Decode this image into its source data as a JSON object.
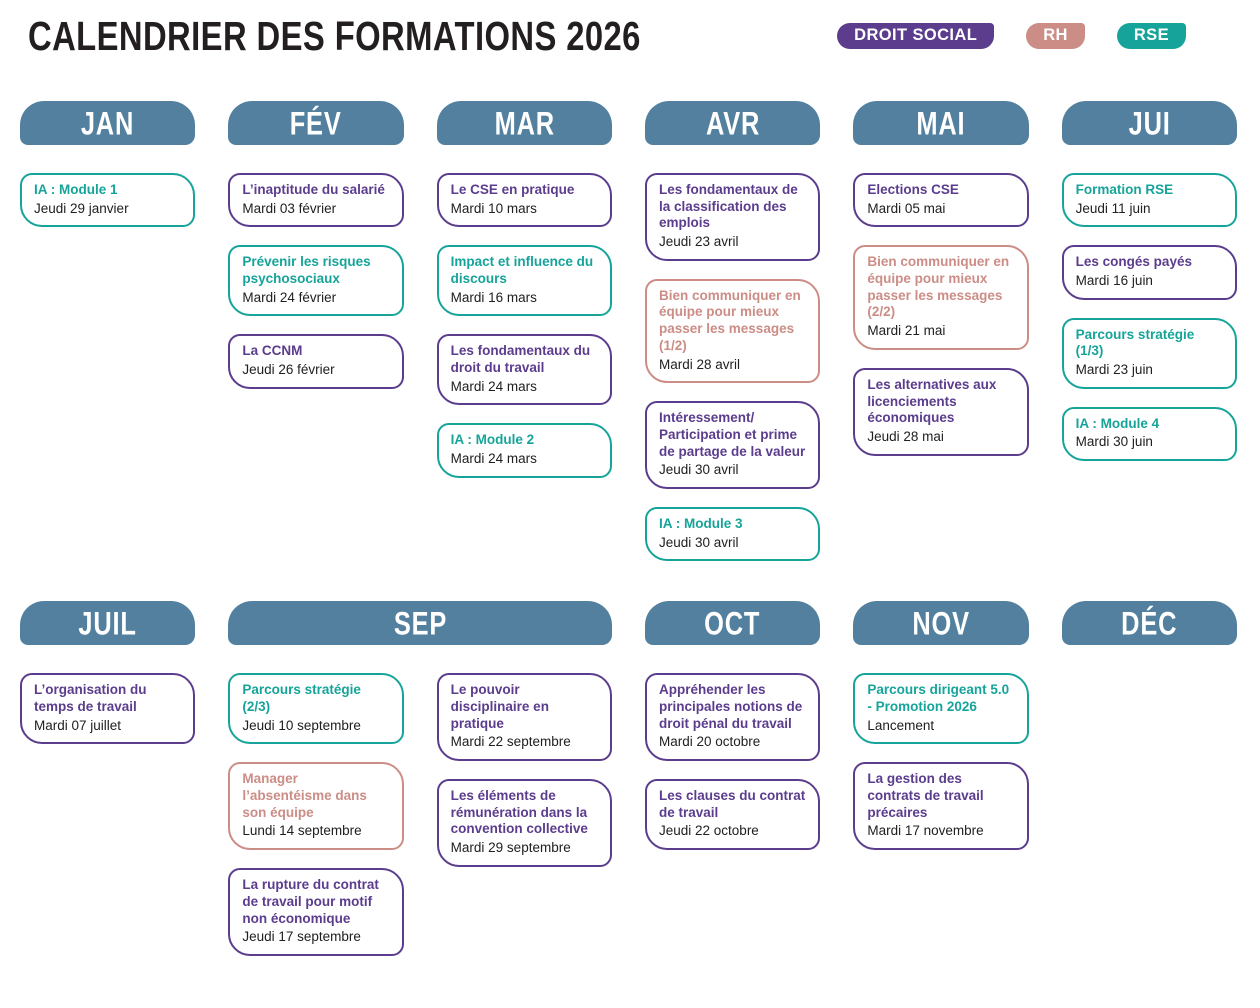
{
  "page": {
    "title": "CALENDRIER DES FORMATIONS 2026"
  },
  "colors": {
    "title_text": "#231f20",
    "month_header": "#53809f",
    "date_text": "#202020",
    "droit_social": "#5b3c8d",
    "rh": "#cc8d86",
    "rse": "#16a49a"
  },
  "legend": [
    {
      "id": "droit_social",
      "label": "DROIT SOCIAL",
      "color": "#5b3c8d"
    },
    {
      "id": "rh",
      "label": "RH",
      "color": "#cc8d86"
    },
    {
      "id": "rse",
      "label": "RSE",
      "color": "#16a49a"
    }
  ],
  "months": [
    {
      "label": "JAN",
      "row": 1,
      "col": 1,
      "span": 1,
      "columns": [
        [
          {
            "title": "IA : Module 1",
            "date": "Jeudi 29 janvier",
            "category": "rse"
          }
        ]
      ]
    },
    {
      "label": "FÉV",
      "row": 1,
      "col": 2,
      "span": 1,
      "columns": [
        [
          {
            "title": "L’inaptitude du salarié",
            "date": "Mardi 03 février",
            "category": "droit_social"
          },
          {
            "title": "Prévenir les risques psychosociaux",
            "date": "Mardi 24 février",
            "category": "rse"
          },
          {
            "title": "La CCNM",
            "date": "Jeudi 26 février",
            "category": "droit_social"
          }
        ]
      ]
    },
    {
      "label": "MAR",
      "row": 1,
      "col": 3,
      "span": 1,
      "columns": [
        [
          {
            "title": "Le CSE en pratique",
            "date": "Mardi 10 mars",
            "category": "droit_social"
          },
          {
            "title": "Impact et influence du discours",
            "date": "Mardi 16 mars",
            "category": "rse"
          },
          {
            "title": "Les fondamentaux du droit du travail",
            "date": "Mardi 24 mars",
            "category": "droit_social"
          },
          {
            "title": "IA : Module 2",
            "date": "Mardi 24 mars",
            "category": "rse"
          }
        ]
      ]
    },
    {
      "label": "AVR",
      "row": 1,
      "col": 4,
      "span": 1,
      "columns": [
        [
          {
            "title": "Les fondamentaux de la classification des emplois",
            "date": "Jeudi 23 avril",
            "category": "droit_social"
          },
          {
            "title": "Bien communiquer en équipe pour mieux passer les messages (1/2)",
            "date": "Mardi 28 avril",
            "category": "rh"
          },
          {
            "title": "Intéressement/ Participation et prime de partage de la valeur",
            "date": "Jeudi 30 avril",
            "category": "droit_social"
          },
          {
            "title": "IA : Module 3",
            "date": "Jeudi 30 avril",
            "category": "rse"
          }
        ]
      ]
    },
    {
      "label": "MAI",
      "row": 1,
      "col": 5,
      "span": 1,
      "columns": [
        [
          {
            "title": "Elections CSE",
            "date": "Mardi 05 mai",
            "category": "droit_social"
          },
          {
            "title": "Bien communiquer en équipe pour mieux passer les messages (2/2)",
            "date": "Mardi 21 mai",
            "category": "rh"
          },
          {
            "title": "Les alternatives aux licenciements économiques",
            "date": "Jeudi 28 mai",
            "category": "droit_social"
          }
        ]
      ]
    },
    {
      "label": "JUI",
      "row": 1,
      "col": 6,
      "span": 1,
      "columns": [
        [
          {
            "title": "Formation RSE",
            "date": "Jeudi 11 juin",
            "category": "rse"
          },
          {
            "title": "Les congés payés",
            "date": "Mardi 16 juin",
            "category": "droit_social"
          },
          {
            "title": "Parcours stratégie (1/3)",
            "date": "Mardi 23 juin",
            "category": "rse"
          },
          {
            "title": "IA : Module 4",
            "date": "Mardi 30 juin",
            "category": "rse"
          }
        ]
      ]
    },
    {
      "label": "JUIL",
      "row": 2,
      "col": 1,
      "span": 1,
      "columns": [
        [
          {
            "title": "L’organisation du temps de travail",
            "date": "Mardi 07 juillet",
            "category": "droit_social"
          }
        ]
      ]
    },
    {
      "label": "SEP",
      "row": 2,
      "col": 2,
      "span": 2,
      "columns": [
        [
          {
            "title": "Parcours stratégie (2/3)",
            "date": "Jeudi 10 septembre",
            "category": "rse"
          },
          {
            "title": "Manager l’absentéisme dans son équipe",
            "date": "Lundi 14 septembre",
            "category": "rh"
          },
          {
            "title": "La rupture du contrat de travail pour motif non économique",
            "date": "Jeudi 17 septembre",
            "category": "droit_social"
          }
        ],
        [
          {
            "title": "Le pouvoir disciplinaire en pratique",
            "date": "Mardi 22 septembre",
            "category": "droit_social"
          },
          {
            "title": "Les éléments de rémunération dans la convention collective",
            "date": "Mardi 29 septembre",
            "category": "droit_social"
          }
        ]
      ]
    },
    {
      "label": "OCT",
      "row": 2,
      "col": 4,
      "span": 1,
      "columns": [
        [
          {
            "title": "Appréhender les principales notions de droit pénal du travail",
            "date": "Mardi 20 octobre",
            "category": "droit_social"
          },
          {
            "title": "Les clauses du contrat de travail",
            "date": "Jeudi 22 octobre",
            "category": "droit_social"
          }
        ]
      ]
    },
    {
      "label": "NOV",
      "row": 2,
      "col": 5,
      "span": 1,
      "columns": [
        [
          {
            "title": "Parcours dirigeant 5.0 - Promotion 2026",
            "date": "Lancement",
            "category": "rse"
          },
          {
            "title": "La gestion des contrats de travail précaires",
            "date": "Mardi 17 novembre",
            "category": "droit_social"
          }
        ]
      ]
    },
    {
      "label": "DÉC",
      "row": 2,
      "col": 6,
      "span": 1,
      "columns": [
        []
      ]
    }
  ]
}
